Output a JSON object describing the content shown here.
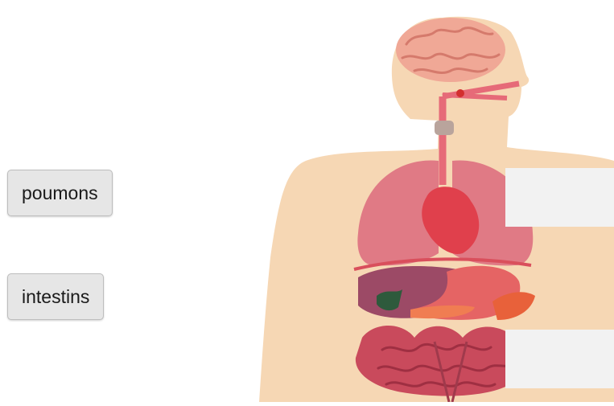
{
  "draggables": [
    {
      "label": "poumons"
    },
    {
      "label": "intestins"
    }
  ],
  "figure": {
    "icon": "human-anatomy-illustration",
    "colors": {
      "skin": "#f6d7b4",
      "brain": "#f0a896",
      "lungs": "#e07a85",
      "heart": "#e0404c",
      "liver": "#9c4a66",
      "stomach": "#e56464",
      "intestines": "#c94a5c",
      "esophagus": "#e66a78"
    }
  },
  "dropzones": [
    {
      "value": ""
    },
    {
      "value": ""
    }
  ]
}
